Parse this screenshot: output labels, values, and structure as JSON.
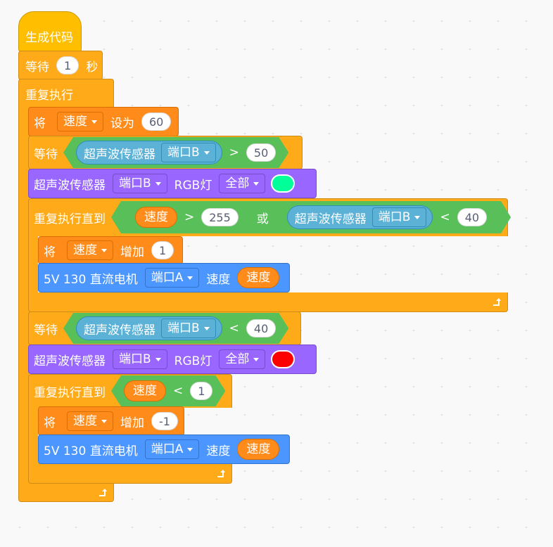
{
  "colors": {
    "events": "#ffbf00",
    "control": "#ffab19",
    "variables": "#ff8c1a",
    "operators": "#59c059",
    "sensing": "#5cb1d6",
    "looks": "#9966ff",
    "motion": "#4c97ff",
    "rgb_green": "#00ff99",
    "rgb_red": "#ff0000"
  },
  "hat": {
    "label": "生成代码"
  },
  "wait1": {
    "label": "等待",
    "value": "1",
    "unit": "秒"
  },
  "forever": {
    "label": "重复执行"
  },
  "set_speed": {
    "label1": "将",
    "var": "速度",
    "label2": "设为",
    "value": "60"
  },
  "wait_until1": {
    "label": "等待",
    "sensor": "超声波传感器",
    "port": "端口B",
    "op": ">",
    "value": "50"
  },
  "rgb1": {
    "sensor": "超声波传感器",
    "port": "端口B",
    "label": "RGB灯",
    "which": "全部",
    "color_name": "green"
  },
  "repeat_until1": {
    "label": "重复执行直到",
    "var": "速度",
    "op1": ">",
    "val1": "255",
    "or": "或",
    "sensor": "超声波传感器",
    "port": "端口B",
    "op2": "<",
    "val2": "40"
  },
  "change1": {
    "label1": "将",
    "var": "速度",
    "label2": "增加",
    "value": "1"
  },
  "motor1": {
    "label": "5V 130 直流电机",
    "port": "端口A",
    "label2": "速度",
    "var": "速度"
  },
  "wait_until2": {
    "label": "等待",
    "sensor": "超声波传感器",
    "port": "端口B",
    "op": "<",
    "value": "40"
  },
  "rgb2": {
    "sensor": "超声波传感器",
    "port": "端口B",
    "label": "RGB灯",
    "which": "全部",
    "color_name": "red"
  },
  "repeat_until2": {
    "label": "重复执行直到",
    "var": "速度",
    "op": "<",
    "value": "1"
  },
  "change2": {
    "label1": "将",
    "var": "速度",
    "label2": "增加",
    "value": "-1"
  },
  "motor2": {
    "label": "5V 130 直流电机",
    "port": "端口A",
    "label2": "速度",
    "var": "速度"
  }
}
